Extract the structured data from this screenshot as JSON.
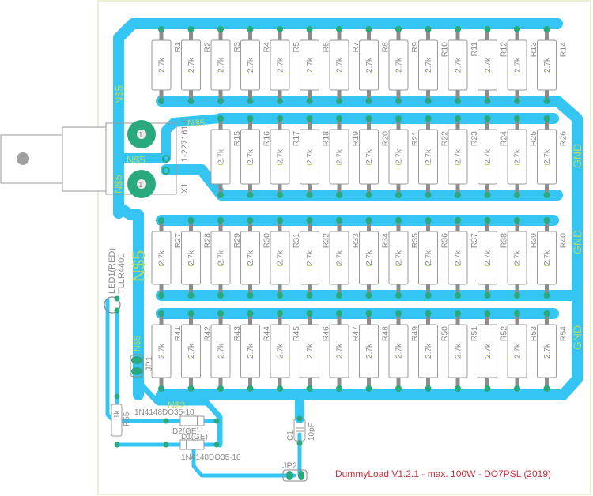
{
  "board": {
    "title": "DummyLoad V1.2.1 - max. 100W - DO7PSL (2019)",
    "colors": {
      "trace": "#35c5f2",
      "pad": "#2aa87e",
      "outline": "#e6ebc4",
      "silk": "#8a8a8a",
      "net_label": "#b5d86a",
      "title": "#c8323c",
      "body_fill": "#ffffff",
      "body_stroke": "#9a9a9a",
      "lead": "#8c8c8c"
    }
  },
  "resistor_value": "2.7k",
  "resistor_rows": [
    {
      "name": "row-1",
      "labels": [
        "R1",
        "R2",
        "R3",
        "R4",
        "R5",
        "R6",
        "R7",
        "R8",
        "R9",
        "R10",
        "R11",
        "R12",
        "R13",
        "R14"
      ]
    },
    {
      "name": "row-2",
      "labels": [
        "R15",
        "R16",
        "R17",
        "R18",
        "R19",
        "R20",
        "R21",
        "R22",
        "R23",
        "R24",
        "R25",
        "R26"
      ]
    },
    {
      "name": "row-3",
      "labels": [
        "R27",
        "R28",
        "R29",
        "R30",
        "R31",
        "R32",
        "R33",
        "R34",
        "R35",
        "R36",
        "R37",
        "R38",
        "R39",
        "R40"
      ]
    },
    {
      "name": "row-4",
      "labels": [
        "R41",
        "R42",
        "R43",
        "R44",
        "R45",
        "R46",
        "R47",
        "R48",
        "R49",
        "R50",
        "R51",
        "R52",
        "R53",
        "R54"
      ]
    }
  ],
  "net_labels": {
    "ns5_top": "N$5",
    "ns5_connector": "N$5",
    "ns5_mid": "N$5",
    "ns5_left": "N$5",
    "ns5_big": "N$5",
    "ns5_jp1": "N$5",
    "ns2": "N$2",
    "gnd_1": "GND",
    "gnd_2": "GND",
    "gnd_3": "GND"
  },
  "components": {
    "x1_name": "X1",
    "x1_part": "1-227161-0",
    "x1_pad_label": "1",
    "led_name": "LED1(RED)",
    "led_part": "TLLR4400",
    "jp1": "JP1",
    "jp2": "JP2",
    "r55_name": "R55",
    "r55_value": "1k",
    "d1_name": "D1(GE)",
    "d2_name": "D2(GE)",
    "diode_part_top": "1N4148DO35-10",
    "diode_part_bottom": "1N4148DO35-10",
    "c1_name": "C1",
    "c1_value": "10pF"
  }
}
